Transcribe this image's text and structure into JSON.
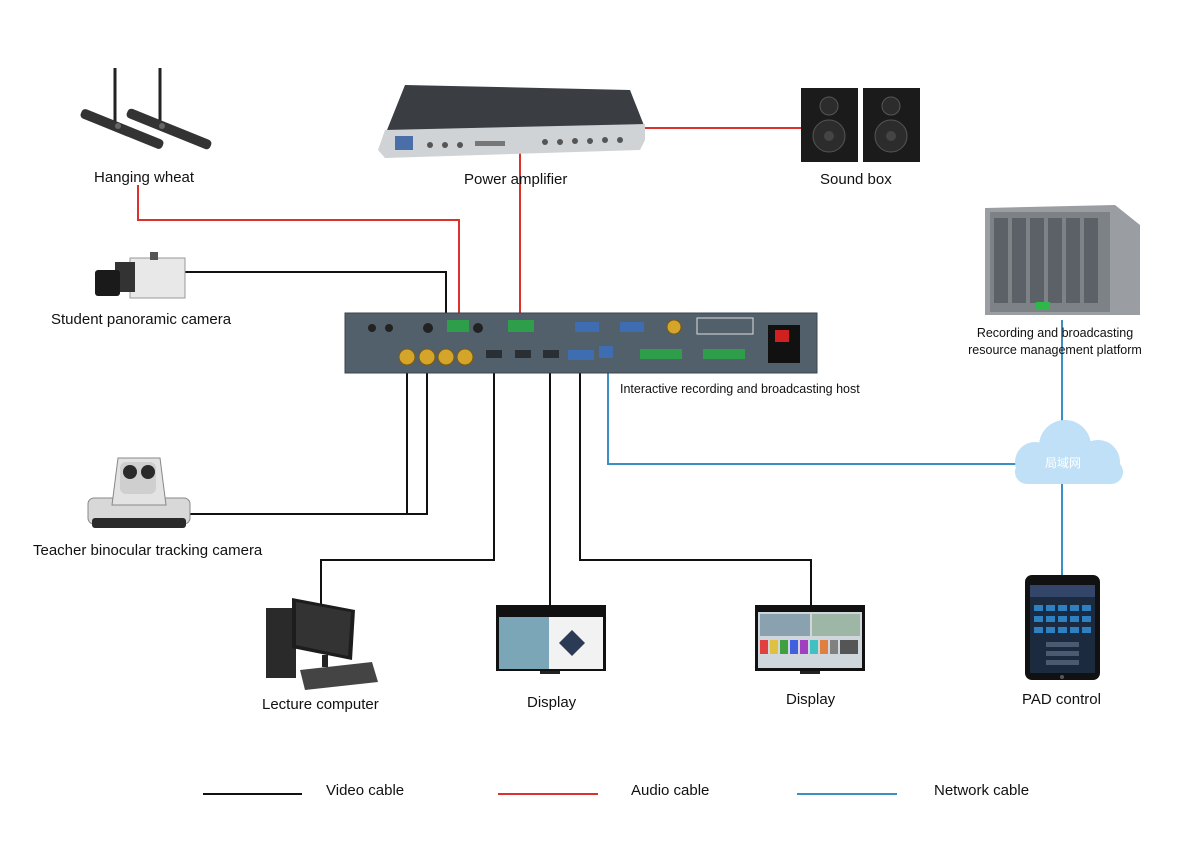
{
  "labels": {
    "hanging_wheat": "Hanging wheat",
    "power_amplifier": "Power amplifier",
    "sound_box": "Sound box",
    "student_camera": "Student panoramic camera",
    "host": "Interactive recording and broadcasting host",
    "platform_line1": "Recording and broadcasting",
    "platform_line2": "resource management platform",
    "teacher_camera": "Teacher binocular tracking camera",
    "lecture_computer": "Lecture computer",
    "display_1": "Display",
    "display_2": "Display",
    "pad_control": "PAD control",
    "cloud": "局域网"
  },
  "legend": [
    {
      "label": "Video cable",
      "color": "#111111"
    },
    {
      "label": "Audio cable",
      "color": "#d9332b"
    },
    {
      "label": "Network cable",
      "color": "#3b8fc4"
    }
  ],
  "colors": {
    "video": "#111111",
    "audio": "#d9332b",
    "network": "#3b8fc4",
    "host_panel": "#51606b",
    "cloud": "#bfe0f7"
  }
}
